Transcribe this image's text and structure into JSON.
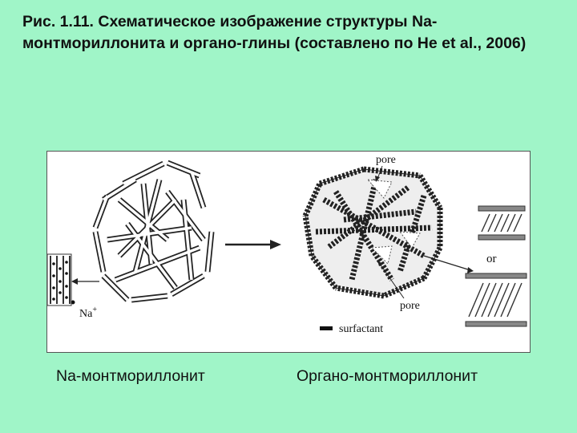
{
  "caption": "Рис. 1.11. Схематическое изображение структуры Na-монтмориллонита и органо-глины (составлено по He et al., 2006)",
  "diagram": {
    "na_label": "Na",
    "na_sup": "+",
    "pore_top": "pore",
    "pore_bottom": "pore",
    "or_label": "or",
    "surfactant_label": "surfactant"
  },
  "labels": {
    "left": "Na-монтмориллонит",
    "right": "Органо-монтмориллонит"
  }
}
